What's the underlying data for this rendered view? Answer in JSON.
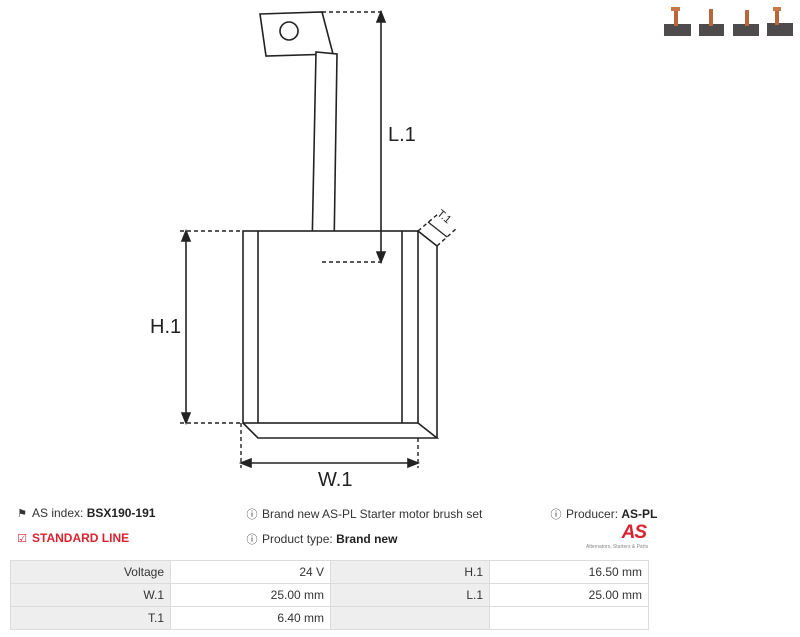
{
  "drawing": {
    "labels": {
      "l1": "L.1",
      "h1": "H.1",
      "w1": "W.1",
      "t1": "T.1"
    }
  },
  "info": {
    "as_index_label": "AS index:",
    "as_index_value": "BSX190-191",
    "description": "Brand new AS-PL Starter motor brush set",
    "producer_label": "Producer:",
    "producer_value": "AS-PL",
    "standard_line": "STANDARD LINE",
    "product_type_label": "Product type:",
    "product_type_value": "Brand new"
  },
  "logo": {
    "main": "AS",
    "sub": "Alternators, Starters & Parts"
  },
  "icons": {
    "index": "tag-icon",
    "info": "info-icon",
    "standard": "checkbox-icon"
  },
  "colors": {
    "accent": "#d9232e",
    "table_header_bg": "#eeeeee",
    "brush": "#8a5a3c"
  },
  "specs": [
    {
      "k1": "Voltage",
      "v1": "24 V",
      "k2": "H.1",
      "v2": "16.50 mm"
    },
    {
      "k1": "W.1",
      "v1": "25.00 mm",
      "k2": "L.1",
      "v2": "25.00 mm"
    },
    {
      "k1": "T.1",
      "v1": "6.40 mm",
      "k2": "",
      "v2": ""
    }
  ]
}
